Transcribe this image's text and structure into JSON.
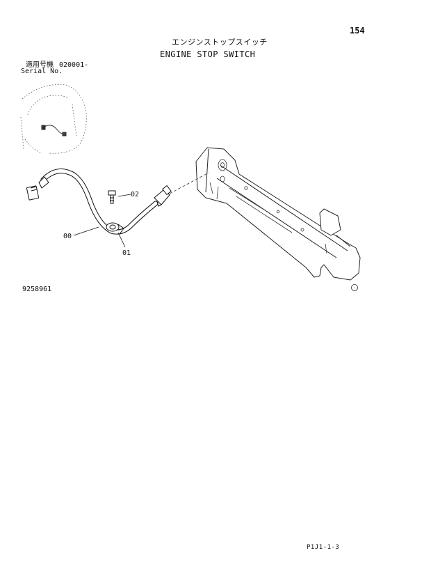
{
  "page_number": "154",
  "title_japanese": "エンジンストップスイッチ",
  "title_english": "ENGINE STOP SWITCH",
  "serial": {
    "label_japanese": "適用号機",
    "value": "020001-",
    "label_english": "Serial No."
  },
  "part_callouts": [
    "00",
    "01",
    "02"
  ],
  "figure_code": "9258961",
  "bottom_code": "P1J1-1-3"
}
